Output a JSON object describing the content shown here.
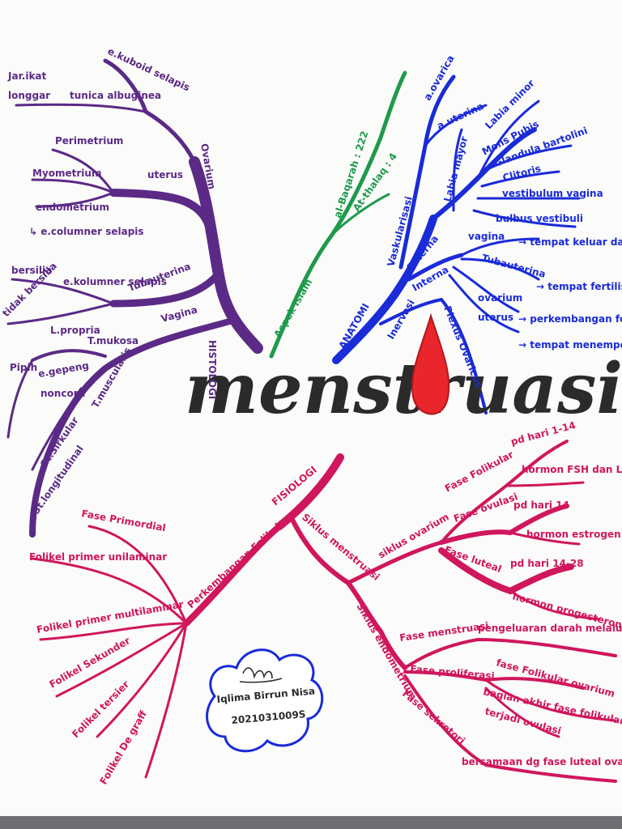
{
  "central": {
    "title": "menstruasi"
  },
  "histologi": {
    "main": "HISTOLOGI",
    "ovarium": "Ovarium",
    "e_kuboid": "e.kuboid selapis",
    "jar_ikat": "Jar.ikat",
    "longgar": "longgar",
    "tunica": "tunica albuginea",
    "uterus": "uterus",
    "perimetrium": "Perimetrium",
    "myometrium": "Myometrium",
    "endometrium": "endometrium",
    "e_columner": "↳ e.columner selapis",
    "bersilia": "bersilia",
    "e_kolumner": "e.kolumner selapis",
    "tubauterina": "Tubauterina",
    "tidak_bersilia": "tidak bersilia",
    "vagina": "Vagina",
    "l_propria": "L.propria",
    "t_mukosa": "T.mukosa",
    "pipih": "Pipih",
    "e_gepeng": "e.gepeng",
    "nonkorn": "noncorn",
    "t_muscularis": "T.muscularis",
    "st_sirkular": "St.Sirkular",
    "st_longitudinal": "St.longitudinal"
  },
  "islam": {
    "main": "Aspek islam",
    "baqarah": "al-Baqarah : 222",
    "thalaq": "At-thalaq : 4"
  },
  "anatomi": {
    "main": "ANATOMI",
    "vaskularisasi": "Vaskularisasi",
    "a_ovarica": "a.ovarica",
    "a_uterina": "a.uterina",
    "externa": "Externa",
    "labia_mayor": "Labia mayor",
    "labia_minor": "Labia minor",
    "mons_pubis": "Mons Pubis",
    "glandula": "Glandula bartolini",
    "clitoris": "Clitoris",
    "vestibulum": "vestibulum vagina",
    "bulbus": "bulbus vestibuli",
    "interna": "Interna",
    "vagina": "vagina",
    "vagina_desc": "→ tempat keluar darah menstruasi",
    "tubauterina": "Tubauterina",
    "tuba_desc": "→ tempat fertilisasi",
    "ovarium": "ovarium",
    "ovarium_desc": "→ perkembangan folikel",
    "uterus": "uterus",
    "uterus_desc": "→ tempat menempel embrio",
    "inervasi": "Inervasi",
    "plexus": "Plexus Ovaricus"
  },
  "fisiologi": {
    "main": "FISIOLOGI",
    "perkembangan": "Perkembangan Folikel",
    "primordial": "Fase Primordial",
    "primer_uni": "Folikel primer unilaminar",
    "primer_multi": "Folikel primer multilaminar",
    "sekunder": "Folikel Sekunder",
    "tersier": "Folikel tersier",
    "degraff": "Folikel De graff",
    "siklus_menstruasi": "Siklus menstruasi",
    "siklus_ovarium": "siklus ovarium",
    "fase_folikular": "Fase Folikular",
    "pd_hari_1_14": "pd hari 1-14",
    "hormon_fsh": "hormon FSH dan LH",
    "fase_ovulasi": "Fase ovulasi",
    "pd_hari_14": "pd hari 14",
    "hormon_estrogen": "hormon estrogen",
    "fase_luteal": "Fase luteal",
    "pd_hari_14_28": "pd hari 14-28",
    "hormon_progesteron": "hormon progesteron",
    "siklus_endometrium": "Siklus endometrium",
    "fase_menstruasi": "Fase menstruasi",
    "pengeluaran": "pengeluaran darah melalui vagina",
    "fase_proliferasi": "Fase proliferasi",
    "fase_folikular_ovarium": "fase Folikular ovarium",
    "bagian_akhir": "bagian akhir fase folikular ovarium",
    "terjadi_ovulasi": "terjadi ovulasi",
    "fase_sekretori": "Fase sekretori",
    "bersamaan": "bersamaan dg fase luteal ovarium"
  },
  "author": {
    "name": "Iqlima Birrun Nisa",
    "nim": "2021031009S"
  },
  "colors": {
    "purple": "#5b2a86",
    "green": "#1f9a4d",
    "blue": "#1a2bd8",
    "red": "#d0165c",
    "drop": "#e8262b",
    "cloud": "#1a2bd8"
  }
}
